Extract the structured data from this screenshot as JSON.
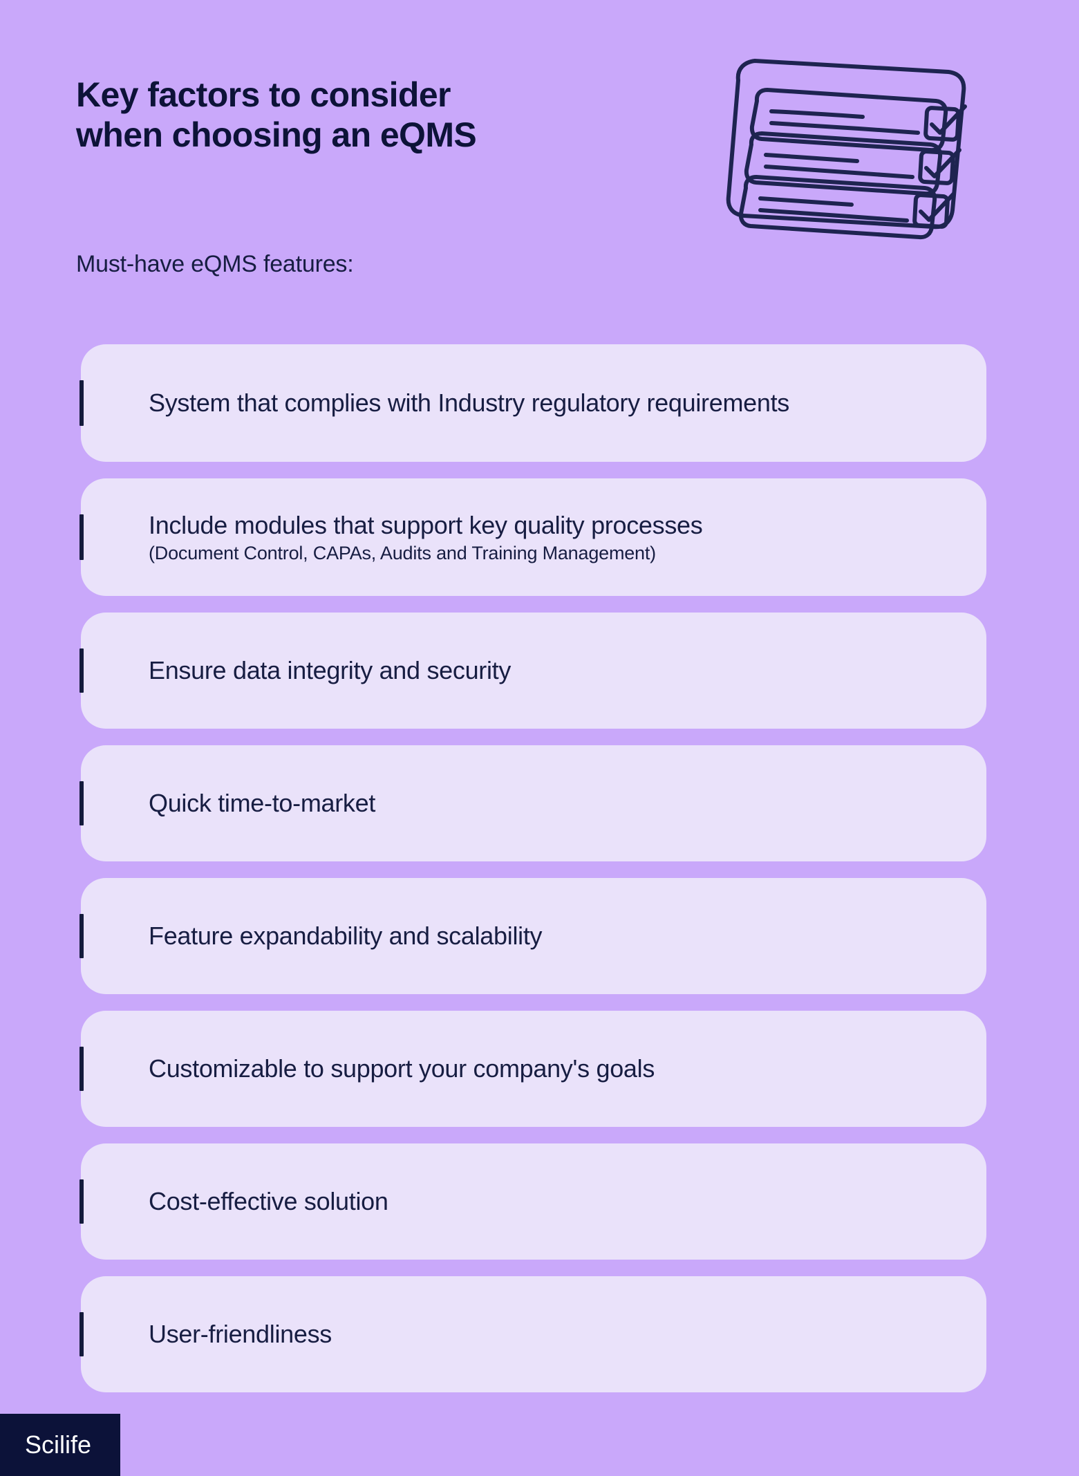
{
  "theme": {
    "background": "#c9a8fa",
    "card_background": "#eae2fa",
    "accent_bar": "#141b3c",
    "text_dark": "#171d42",
    "title_dark": "#0d1338",
    "logo_background": "#0c1239",
    "logo_text": "#ffffff"
  },
  "header": {
    "title": "Key factors to consider\nwhen choosing an eQMS",
    "subtitle": "Must-have eQMS features:",
    "icon": "checklist-icon"
  },
  "features": [
    {
      "text": "System that complies with Industry regulatory requirements",
      "subtext": ""
    },
    {
      "text": "Include modules that support key quality processes",
      "subtext": "(Document Control, CAPAs, Audits and Training Management)"
    },
    {
      "text": "Ensure data integrity and security",
      "subtext": ""
    },
    {
      "text": "Quick time-to-market",
      "subtext": ""
    },
    {
      "text": "Feature expandability and scalability",
      "subtext": ""
    },
    {
      "text": "Customizable to support your company's goals",
      "subtext": ""
    },
    {
      "text": "Cost-effective solution",
      "subtext": ""
    },
    {
      "text": "User-friendliness",
      "subtext": ""
    }
  ],
  "footer": {
    "brand": "Scilife"
  }
}
